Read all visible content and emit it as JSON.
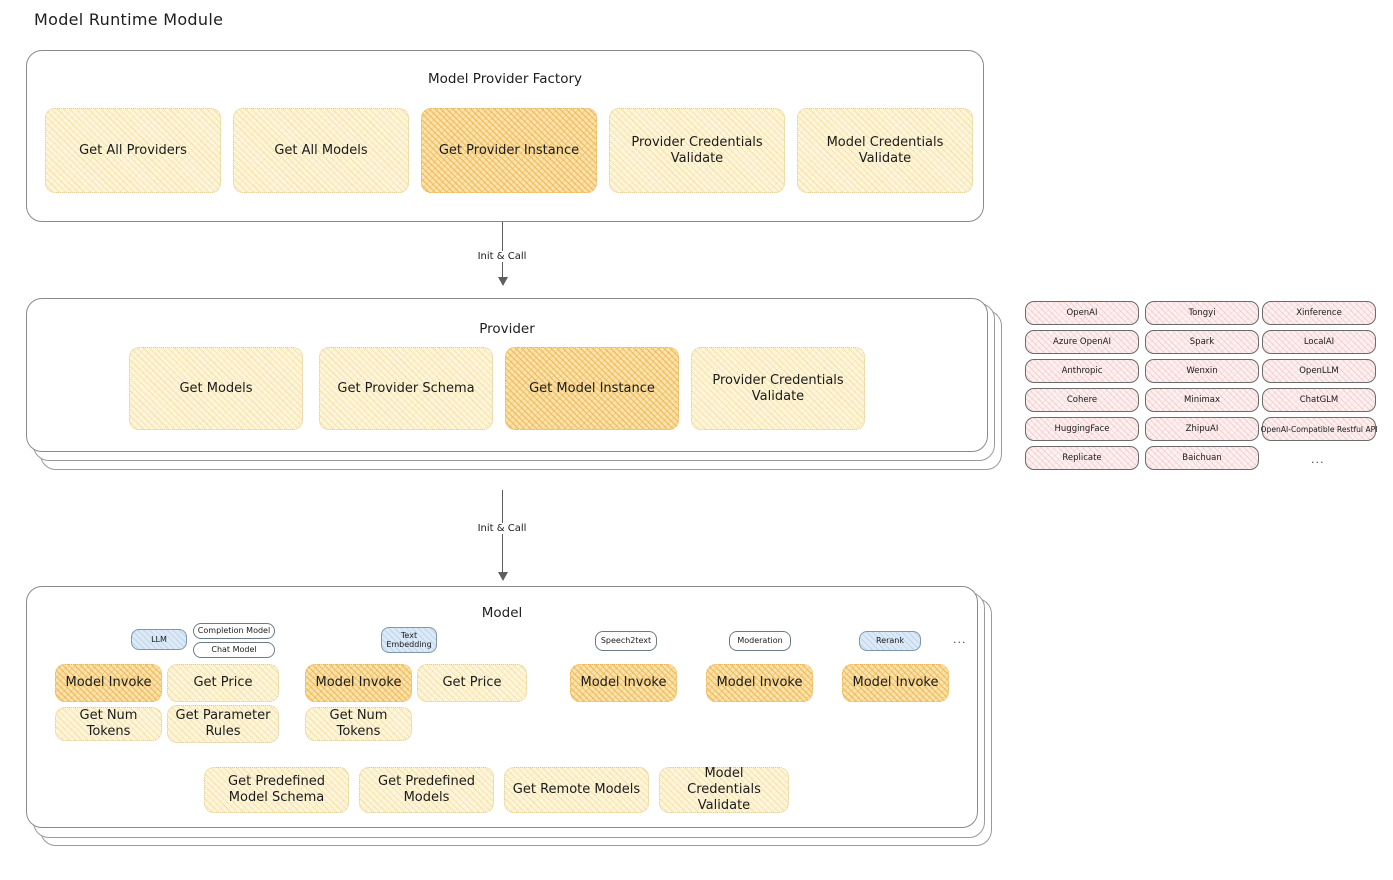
{
  "page": {
    "title": "Model Runtime Module"
  },
  "factory": {
    "title": "Model Provider Factory",
    "items": [
      {
        "label": "Get All Providers",
        "highlight": false
      },
      {
        "label": "Get All Models",
        "highlight": false
      },
      {
        "label": "Get Provider Instance",
        "highlight": true
      },
      {
        "label": "Provider Credentials Validate",
        "highlight": false
      },
      {
        "label": "Model Credentials Validate",
        "highlight": false
      }
    ]
  },
  "arrows": [
    {
      "label": "Init & Call"
    },
    {
      "label": "Init & Call"
    }
  ],
  "provider": {
    "title": "Provider",
    "items": [
      {
        "label": "Get Models",
        "highlight": false
      },
      {
        "label": "Get Provider Schema",
        "highlight": false
      },
      {
        "label": "Get Model Instance",
        "highlight": true
      },
      {
        "label": "Provider Credentials Validate",
        "highlight": false
      }
    ]
  },
  "provider_list": {
    "columns": [
      [
        "OpenAI",
        "Azure OpenAI",
        "Anthropic",
        "Cohere",
        "HuggingFace",
        "Replicate"
      ],
      [
        "Tongyi",
        "Spark",
        "Wenxin",
        "Minimax",
        "ZhipuAI",
        "Baichuan"
      ],
      [
        "Xinference",
        "LocalAI",
        "OpenLLM",
        "ChatGLM",
        "OpenAI-Compatible Restful API"
      ]
    ],
    "more": "..."
  },
  "model": {
    "title": "Model",
    "more": "...",
    "types": [
      {
        "name": "LLM",
        "blue": true,
        "subtags": [
          "Completion Model",
          "Chat Model"
        ]
      },
      {
        "name": "Text\nEmbedding",
        "blue": true,
        "subtags": []
      },
      {
        "name": "Speech2text",
        "blue": false,
        "subtags": []
      },
      {
        "name": "Moderation",
        "blue": false,
        "subtags": []
      },
      {
        "name": "Rerank",
        "blue": true,
        "subtags": []
      }
    ],
    "groups": [
      {
        "methods": [
          {
            "label": "Model Invoke",
            "highlight": true
          },
          {
            "label": "Get Price",
            "highlight": false
          },
          {
            "label": "Get Num Tokens",
            "highlight": false
          },
          {
            "label": "Get Parameter Rules",
            "highlight": false
          }
        ]
      },
      {
        "methods": [
          {
            "label": "Model Invoke",
            "highlight": true
          },
          {
            "label": "Get Price",
            "highlight": false
          },
          {
            "label": "Get Num Tokens",
            "highlight": false
          }
        ]
      },
      {
        "methods": [
          {
            "label": "Model Invoke",
            "highlight": true
          }
        ]
      },
      {
        "methods": [
          {
            "label": "Model Invoke",
            "highlight": true
          }
        ]
      },
      {
        "methods": [
          {
            "label": "Model Invoke",
            "highlight": true
          }
        ]
      }
    ],
    "shared": [
      {
        "label": "Get Predefined Model Schema"
      },
      {
        "label": "Get Predefined Models"
      },
      {
        "label": "Get Remote Models"
      },
      {
        "label": "Model Credentials Validate"
      }
    ]
  }
}
